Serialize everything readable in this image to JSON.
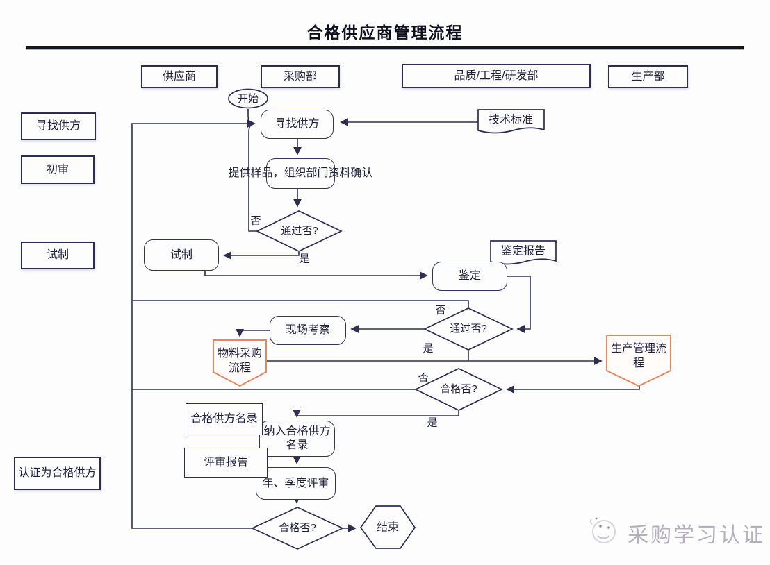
{
  "title": "合格供应商管理流程",
  "lanes": [
    {
      "label": "供应商"
    },
    {
      "label": "采购部"
    },
    {
      "label": "品质/工程/研发部"
    },
    {
      "label": "生产部"
    }
  ],
  "phases": [
    {
      "label": "寻找供方"
    },
    {
      "label": "初审"
    },
    {
      "label": "试制"
    },
    {
      "label": "认证为合格供方"
    }
  ],
  "nodes": {
    "start": "开始",
    "find_supplier": "寻找供方",
    "tech_standard": "技术标准",
    "provide_samples": "提供样品，组织部门资料确认",
    "pass_check_1": "通过否?",
    "trial": "试制",
    "appraisal_report": "鉴定报告",
    "appraisal": "鉴定",
    "pass_check_2": "通过否?",
    "site_visit": "现场考察",
    "material_purchase_process": "物料采购流程",
    "production_mgmt_process": "生产管理流程",
    "qualified_check_1": "合格否?",
    "qualified_supplier_list": "合格供方名录",
    "add_to_list": "纳入合格供方名录",
    "review_report": "评审报告",
    "periodic_review": "年、季度评审",
    "qualified_check_2": "合格否?",
    "end": "结束"
  },
  "branch_labels": {
    "yes": "是",
    "no": "否"
  },
  "watermark": {
    "text": "采购学习认证"
  },
  "colors": {
    "line": "#2e2e54",
    "box_border": "#2d2d52",
    "accent_orange": "#e8875f",
    "title_rule": "#15151f",
    "watermark": "#b5b0bf"
  }
}
